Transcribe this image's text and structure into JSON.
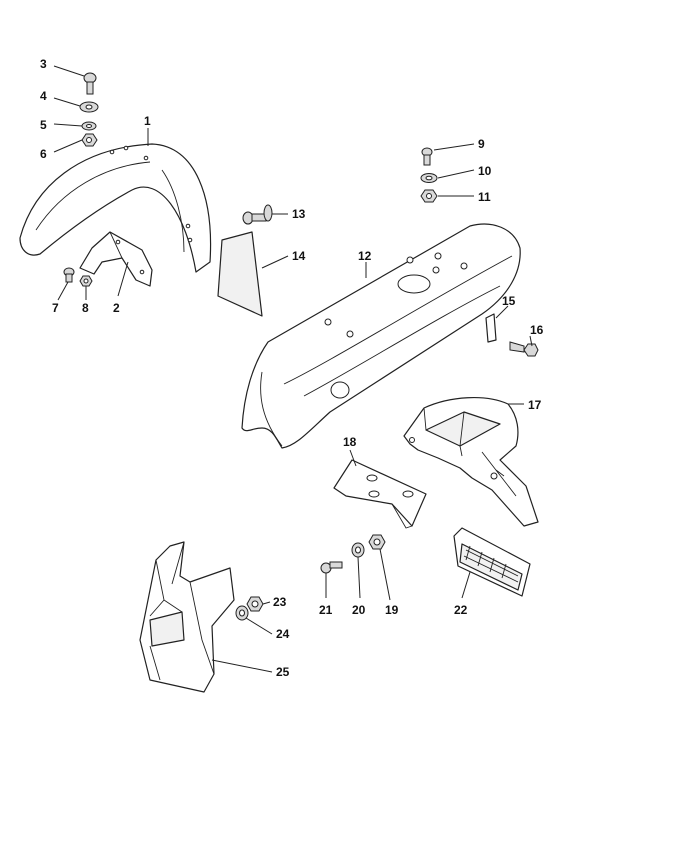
{
  "callouts": [
    {
      "id": "1",
      "label": "1"
    },
    {
      "id": "2",
      "label": "2"
    },
    {
      "id": "3",
      "label": "3"
    },
    {
      "id": "4",
      "label": "4"
    },
    {
      "id": "5",
      "label": "5"
    },
    {
      "id": "6",
      "label": "6"
    },
    {
      "id": "7",
      "label": "7"
    },
    {
      "id": "8",
      "label": "8"
    },
    {
      "id": "9",
      "label": "9"
    },
    {
      "id": "10",
      "label": "10"
    },
    {
      "id": "11",
      "label": "11"
    },
    {
      "id": "12",
      "label": "12"
    },
    {
      "id": "13",
      "label": "13"
    },
    {
      "id": "14",
      "label": "14"
    },
    {
      "id": "15",
      "label": "15"
    },
    {
      "id": "16",
      "label": "16"
    },
    {
      "id": "17",
      "label": "17"
    },
    {
      "id": "18",
      "label": "18"
    },
    {
      "id": "19",
      "label": "19"
    },
    {
      "id": "20",
      "label": "20"
    },
    {
      "id": "21",
      "label": "21"
    },
    {
      "id": "22",
      "label": "22"
    },
    {
      "id": "23",
      "label": "23"
    },
    {
      "id": "24",
      "label": "24"
    },
    {
      "id": "25",
      "label": "25"
    }
  ]
}
